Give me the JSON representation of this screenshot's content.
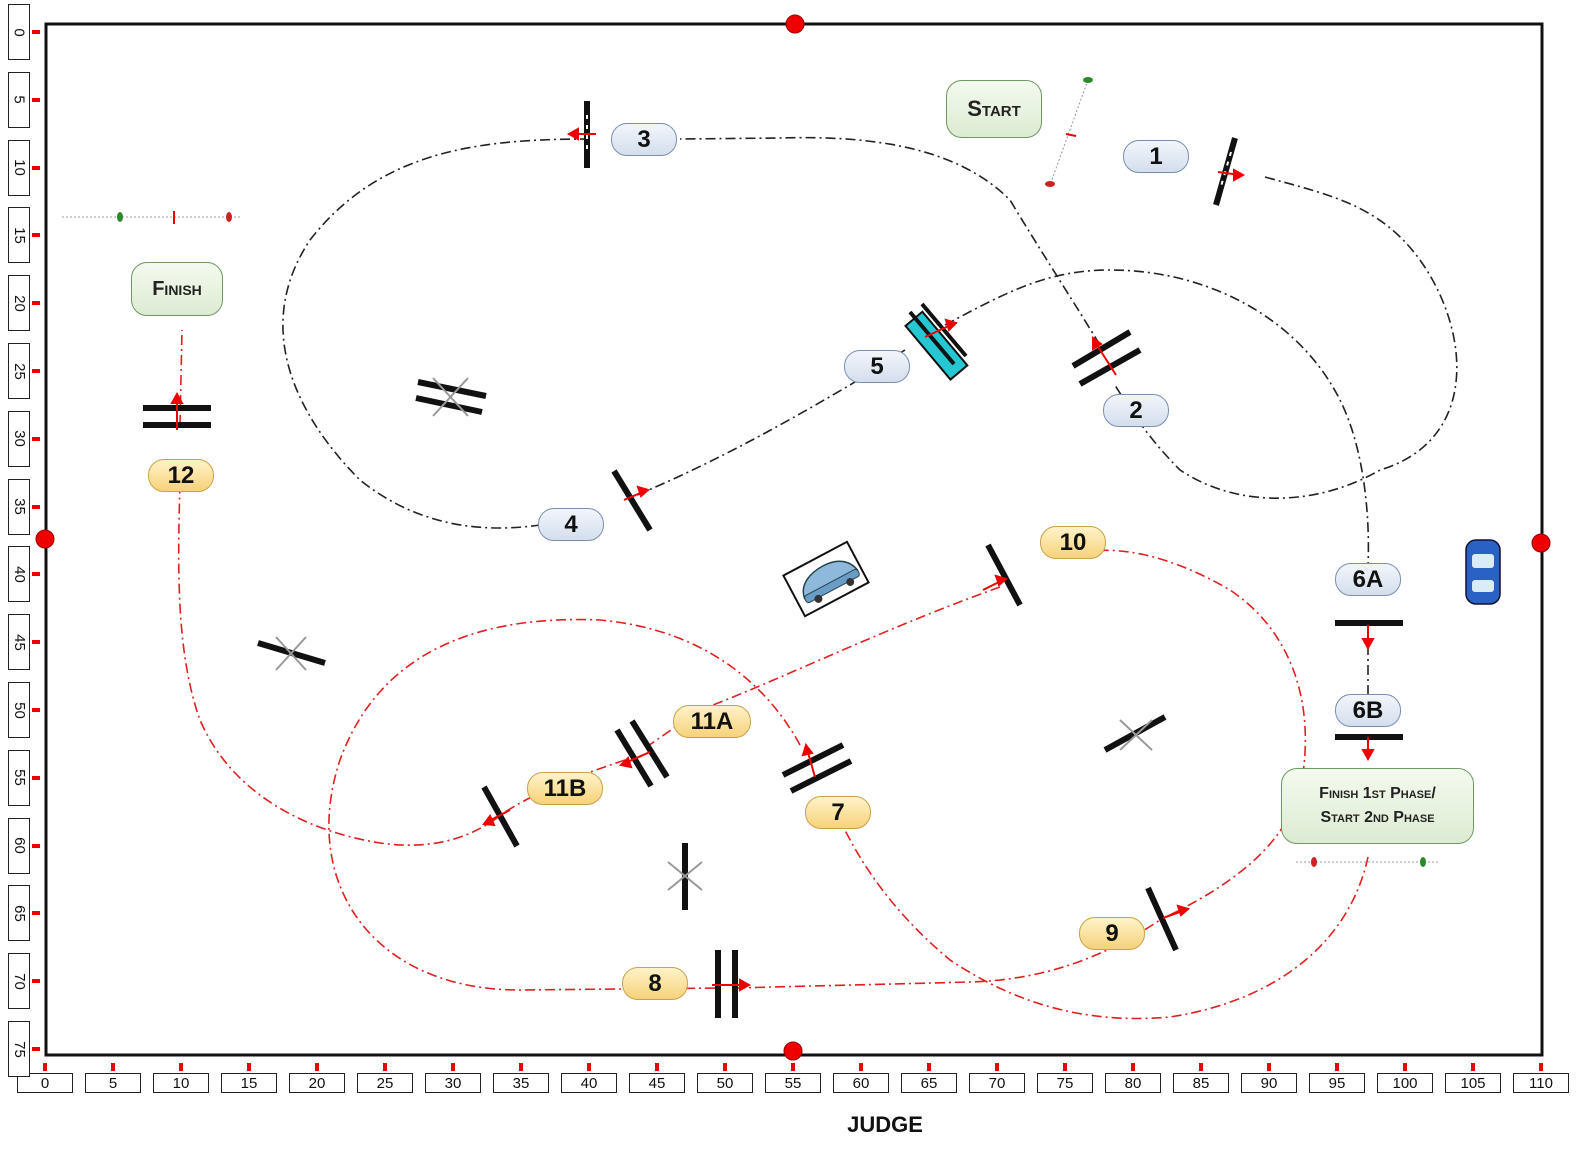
{
  "phases": {
    "start": "Start",
    "finish": "Finish",
    "finish_first_line1": "Finish 1st Phase/",
    "finish_first_line2": "Start 2nd Phase"
  },
  "obstacle_labels": [
    "1",
    "2",
    "3",
    "4",
    "5",
    "6A",
    "6B",
    "7",
    "8",
    "9",
    "10",
    "11A",
    "11B",
    "12"
  ],
  "x_axis_ticks": [
    "0",
    "5",
    "10",
    "15",
    "20",
    "25",
    "30",
    "35",
    "40",
    "45",
    "50",
    "55",
    "60",
    "65",
    "70",
    "75",
    "80",
    "85",
    "90",
    "95",
    "100",
    "105",
    "110"
  ],
  "y_axis_ticks": [
    "0",
    "5",
    "10",
    "15",
    "20",
    "25",
    "30",
    "35",
    "40",
    "45",
    "50",
    "55",
    "60",
    "65",
    "70",
    "75"
  ],
  "judge_label": "JUDGE",
  "colors": {
    "first_phase_track": "#111111",
    "second_phase_track": "#e02020",
    "marker": "#e00000",
    "blue_label": "#dfe7f2",
    "gold_label": "#f6d27a",
    "phase_box": "#e2efda"
  }
}
